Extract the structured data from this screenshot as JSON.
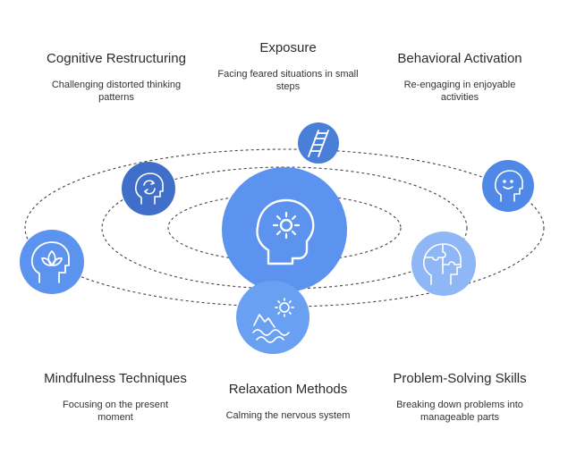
{
  "center": {
    "icon": "head-gear-icon",
    "color": "#5b93ee"
  },
  "techniques": [
    {
      "id": "cognitive-restructuring",
      "title": "Cognitive Restructuring",
      "description": "Challenging distorted thinking patterns",
      "icon": "head-cycle-icon",
      "color": "#3f6fc8"
    },
    {
      "id": "exposure",
      "title": "Exposure",
      "description": "Facing feared situations in small steps",
      "icon": "ladder-icon",
      "color": "#4a7fd9"
    },
    {
      "id": "behavioral-activation",
      "title": "Behavioral Activation",
      "description": "Re-engaging in enjoyable activities",
      "icon": "smiling-head-icon",
      "color": "#4f88e6"
    },
    {
      "id": "mindfulness-techniques",
      "title": "Mindfulness Techniques",
      "description": "Focusing on the present moment",
      "icon": "head-lotus-icon",
      "color": "#5b93ee"
    },
    {
      "id": "relaxation-methods",
      "title": "Relaxation Methods",
      "description": "Calming the nervous system",
      "icon": "sun-mountains-icon",
      "color": "#6aa0f2"
    },
    {
      "id": "problem-solving-skills",
      "title": "Problem-Solving Skills",
      "description": "Breaking down problems into manageable parts",
      "icon": "puzzle-head-icon",
      "color": "#8fb6f5"
    }
  ]
}
